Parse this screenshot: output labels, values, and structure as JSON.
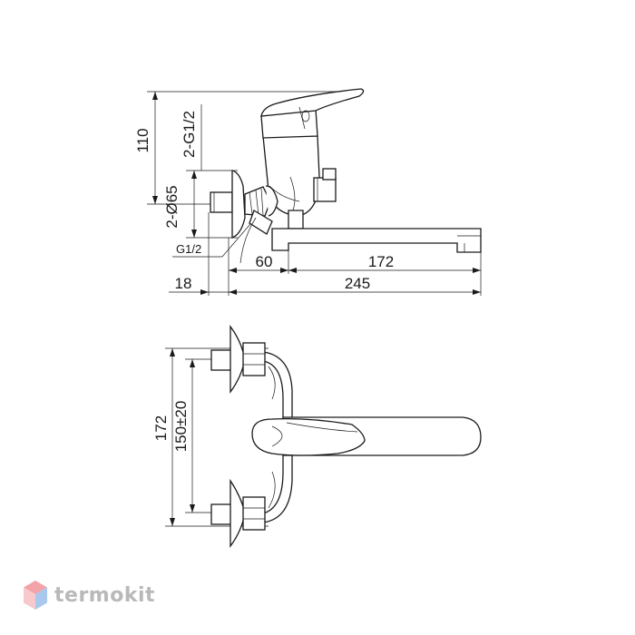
{
  "side_view": {
    "dim_height": "110",
    "dim_thread_top": "2-G1/2",
    "dim_diameter": "2-Ø65",
    "dim_thread_bottom": "G1/2",
    "dim_60": "60",
    "dim_172": "172",
    "dim_18": "18",
    "dim_245": "245"
  },
  "top_view": {
    "dim_172": "172",
    "dim_150": "150±20"
  },
  "watermark": {
    "brand_name": "termokit",
    "logo_colors": [
      "#f2a3a8",
      "#a8c8ee",
      "#f7c8cc"
    ]
  }
}
